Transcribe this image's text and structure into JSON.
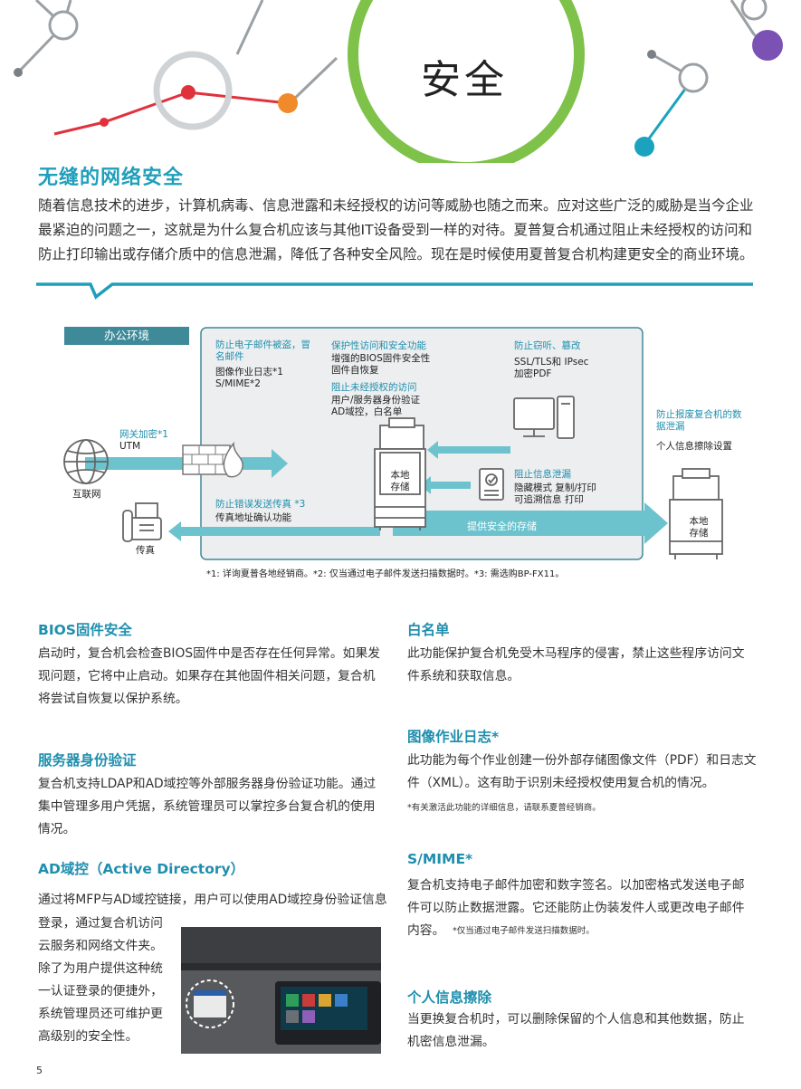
{
  "header": {
    "title": "安全"
  },
  "intro": {
    "heading": "无缝的网络安全",
    "paragraph": "随着信息技术的进步，计算机病毒、信息泄露和未经授权的访问等威胁也随之而来。应对这些广泛的威胁是当今企业最紧迫的问题之一，这就是为什么复合机应该与其他IT设备受到一样的对待。夏普复合机通过阻止未经授权的访问和防止打印输出或存储介质中的信息泄漏，降低了各种安全风险。现在是时候使用夏普复合机构建更安全的商业环境。"
  },
  "diagram": {
    "office_label": "办公环境",
    "email_box": {
      "title": "防止电子邮件被盗，冒名邮件",
      "line1": "图像作业日志*1",
      "line2": "S/MIME*2"
    },
    "protect_box": {
      "title": "保护性访问和安全功能",
      "line1": "增强的BIOS固件安全性",
      "line2": "固件自恢复"
    },
    "unauth_box": {
      "title": "阻止未经授权的访问",
      "line1": "用户/服务器身份验证",
      "line2": "AD域控，白名单"
    },
    "sniff_box": {
      "title": "防止窃听、篡改",
      "line1": "SSL/TLS和 IPsec",
      "line2": "加密PDF"
    },
    "gateway": {
      "title": "网关加密*1",
      "line1": "UTM"
    },
    "internet_label": "互联网",
    "leak_box": {
      "title": "阻止信息泄漏",
      "line1": "隐藏模式 复制/打印",
      "line2": "可追溯信息 打印"
    },
    "fax_box": {
      "title": "防止错误发送传真 *3",
      "line1": "传真地址确认功能"
    },
    "fax_label": "传真",
    "storage_label": "本地存储",
    "storage_label_2": "本地存储",
    "dispose_box": {
      "title": "防止报废复合机的数据泄漏",
      "line1": "个人信息擦除设置"
    },
    "secure_storage": "提供安全的存储",
    "footnote": "*1: 详询夏普各地经销商。*2: 仅当通过电子邮件发送扫描数据时。*3: 需选购BP-FX11。"
  },
  "features": {
    "bios": {
      "title": "BIOS固件安全",
      "body": "启动时，复合机会检查BIOS固件中是否存在任何异常。如果发现问题，它将中止启动。如果存在其他固件相关问题，复合机将尝试自恢复以保护系统。"
    },
    "server": {
      "title": "服务器身份验证",
      "body": "复合机支持LDAP和AD域控等外部服务器身份验证功能。通过集中管理多用户凭据，系统管理员可以掌控多台复合机的使用情况。"
    },
    "ad": {
      "title": "AD域控（Active Directory）",
      "body1": "通过将MFP与AD域控链接，用户可以使用AD域控身份验证信息",
      "body2": "登录，通过复合机访问云服务和网络文件夹。除了为用户提供这种统一认证登录的便捷外，系统管理员还可维护更高级别的安全性。"
    },
    "whitelist": {
      "title": "白名单",
      "body": "此功能保护复合机免受木马程序的侵害，禁止这些程序访问文件系统和获取信息。"
    },
    "imagelog": {
      "title": "图像作业日志*",
      "body": "此功能为每个作业创建一份外部存储图像文件（PDF）和日志文件（XML）。这有助于识别未经授权使用复合机的情况。",
      "note": "*有关激活此功能的详细信息，请联系夏普经销商。"
    },
    "smime": {
      "title": "S/MIME*",
      "body": "复合机支持电子邮件加密和数字签名。以加密格式发送电子邮件可以防止数据泄露。它还能防止伪装发件人或更改电子邮件内容。",
      "note": "*仅当通过电子邮件发送扫描数据时。"
    },
    "erase": {
      "title": "个人信息擦除",
      "body": "当更换复合机时，可以删除保留的个人信息和其他数据，防止机密信息泄漏。"
    }
  },
  "page_number": "5",
  "colors": {
    "teal": "#1f9fbb",
    "arrow": "#6cc3ce",
    "green": "#7fc24a",
    "purple": "#7b52b3",
    "red": "#e0323c",
    "orange": "#f08a2b"
  }
}
